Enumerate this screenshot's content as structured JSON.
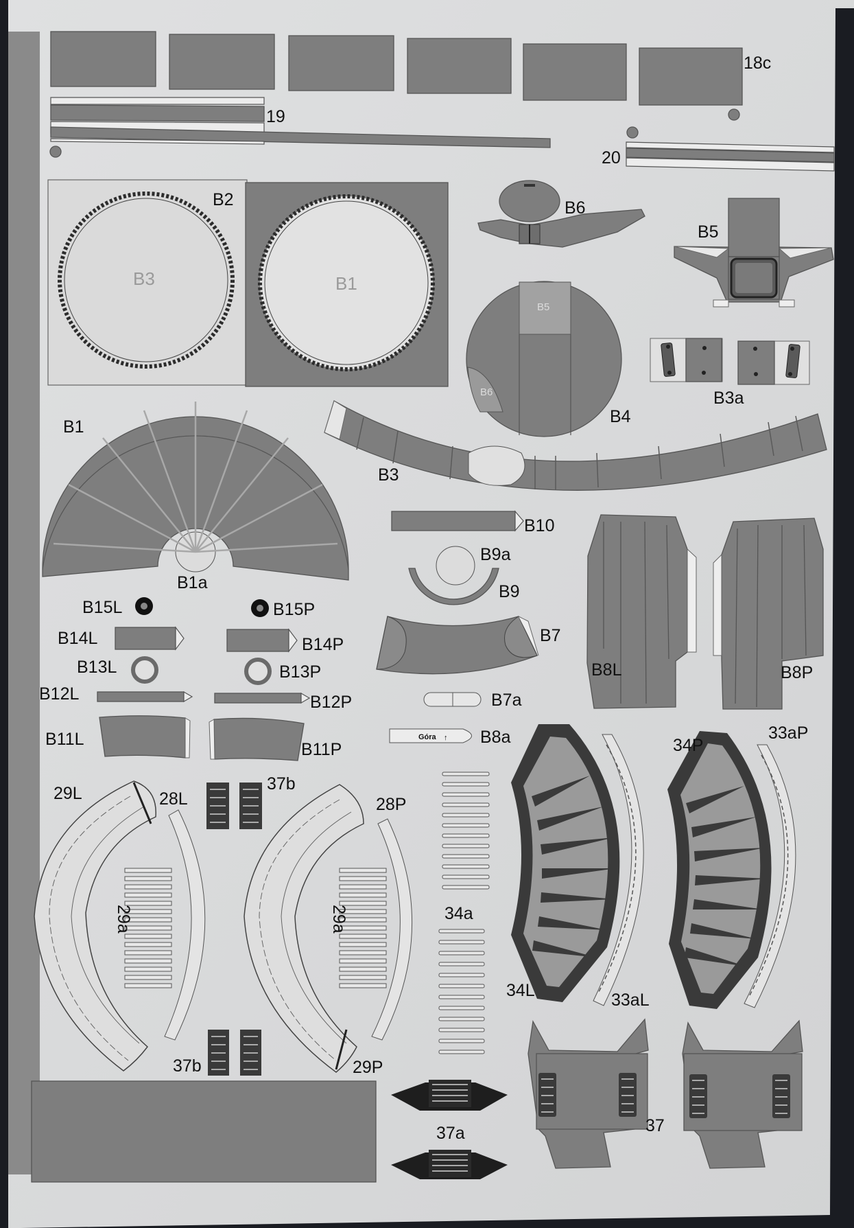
{
  "sheet_colors": {
    "paper": "#d9dadb",
    "part_gray": "#7e7e7e",
    "dark": "#2a2a2a",
    "background": "#1a1c22"
  },
  "labels": {
    "p18c": "18c",
    "p19": "19",
    "p20": "20",
    "b2": "B2",
    "b3_circle": "B3",
    "b1_circle": "B1",
    "b6": "B6",
    "b5": "B5",
    "b5_inner": "B5",
    "b6_inner": "B6",
    "b4": "B4",
    "b3a": "B3a",
    "b1": "B1",
    "b3": "B3",
    "b1a": "B1a",
    "b10": "B10",
    "b9a": "B9a",
    "b9": "B9",
    "b7": "B7",
    "b7a": "B7a",
    "b8a": "B8a",
    "gora": "Góra",
    "b8l": "B8L",
    "b8p": "B8P",
    "b15l": "B15L",
    "b15p": "B15P",
    "b14l": "B14L",
    "b14p": "B14P",
    "b13l": "B13L",
    "b13p": "B13P",
    "b12l": "B12L",
    "b12p": "B12P",
    "b11l": "B11L",
    "b11p": "B11P",
    "p29l": "29L",
    "p28l": "28L",
    "p37b_top": "37b",
    "p28p": "28P",
    "p29a_left": "29a",
    "p29a_right": "29a",
    "p37b_bottom": "37b",
    "p29p": "29P",
    "p34a": "34a",
    "p34p": "34P",
    "p33ap": "33aP",
    "p34l": "34L",
    "p33al": "33aL",
    "p37": "37",
    "p37a": "37a"
  }
}
